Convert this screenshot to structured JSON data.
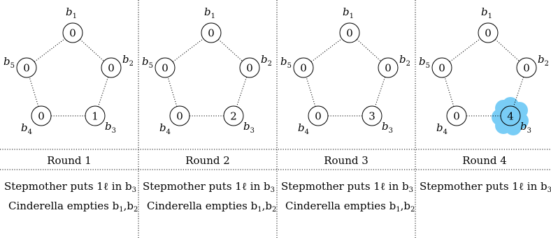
{
  "colors": {
    "flood": "#79cdf6",
    "line": "#000000"
  },
  "rounds": [
    {
      "label": "Round 1",
      "values": [
        "0",
        "0",
        "1",
        "0",
        "0"
      ],
      "flooded": null,
      "action": "Stepmother puts 1ℓ in b",
      "action_sub": "3",
      "empty": "Cinderella empties b",
      "empty_sub1": "1",
      "empty_sep": ",b",
      "empty_sub2": "2"
    },
    {
      "label": "Round 2",
      "values": [
        "0",
        "0",
        "2",
        "0",
        "0"
      ],
      "flooded": null,
      "action": "Stepmother puts 1ℓ in b",
      "action_sub": "3",
      "empty": "Cinderella empties b",
      "empty_sub1": "1",
      "empty_sep": ",b",
      "empty_sub2": "2"
    },
    {
      "label": "Round 3",
      "values": [
        "0",
        "0",
        "3",
        "0",
        "0"
      ],
      "flooded": null,
      "action": "Stepmother puts 1ℓ in b",
      "action_sub": "3",
      "empty": "Cinderella empties b",
      "empty_sub1": "1",
      "empty_sep": ",b",
      "empty_sub2": "2"
    },
    {
      "label": "Round 4",
      "values": [
        "0",
        "0",
        "4",
        "0",
        "0"
      ],
      "flooded": 2,
      "action": "Stepmother puts 1ℓ in b",
      "action_sub": "3",
      "empty": "",
      "empty_sub1": "",
      "empty_sep": "",
      "empty_sub2": ""
    }
  ],
  "bucket_names": [
    {
      "b": "b",
      "sub": "1"
    },
    {
      "b": "b",
      "sub": "2"
    },
    {
      "b": "b",
      "sub": "3"
    },
    {
      "b": "b",
      "sub": "4"
    },
    {
      "b": "b",
      "sub": "5"
    }
  ]
}
